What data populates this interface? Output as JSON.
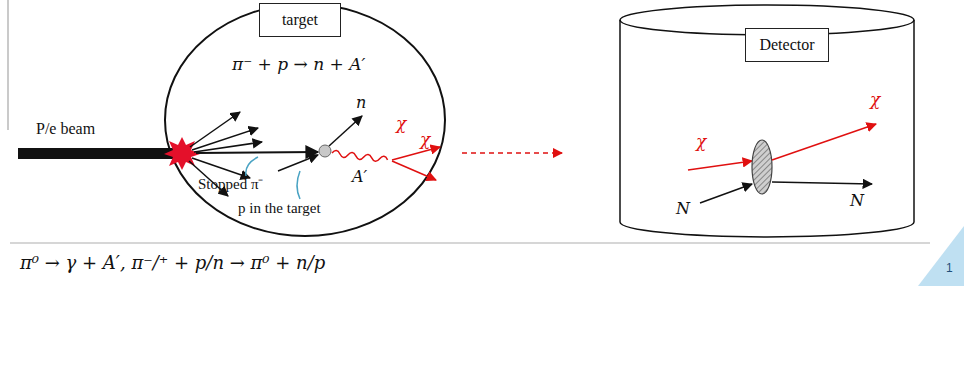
{
  "diagram": {
    "nodes": [
      {
        "text": [
          "target"
        ]
      },
      {
        "text": [
          "Detector"
        ]
      }
    ],
    "labels": [
      "P/e beam",
      "π⁻ + p → n + A′",
      "n",
      "χ",
      "χ",
      "A′",
      "Stopped π⁻",
      "p in the target",
      "χ",
      "χ",
      "N",
      "N",
      "π⁰ → γ + A′, π⁻/⁺ + p/n → π⁰ + n/p",
      "1"
    ]
  }
}
